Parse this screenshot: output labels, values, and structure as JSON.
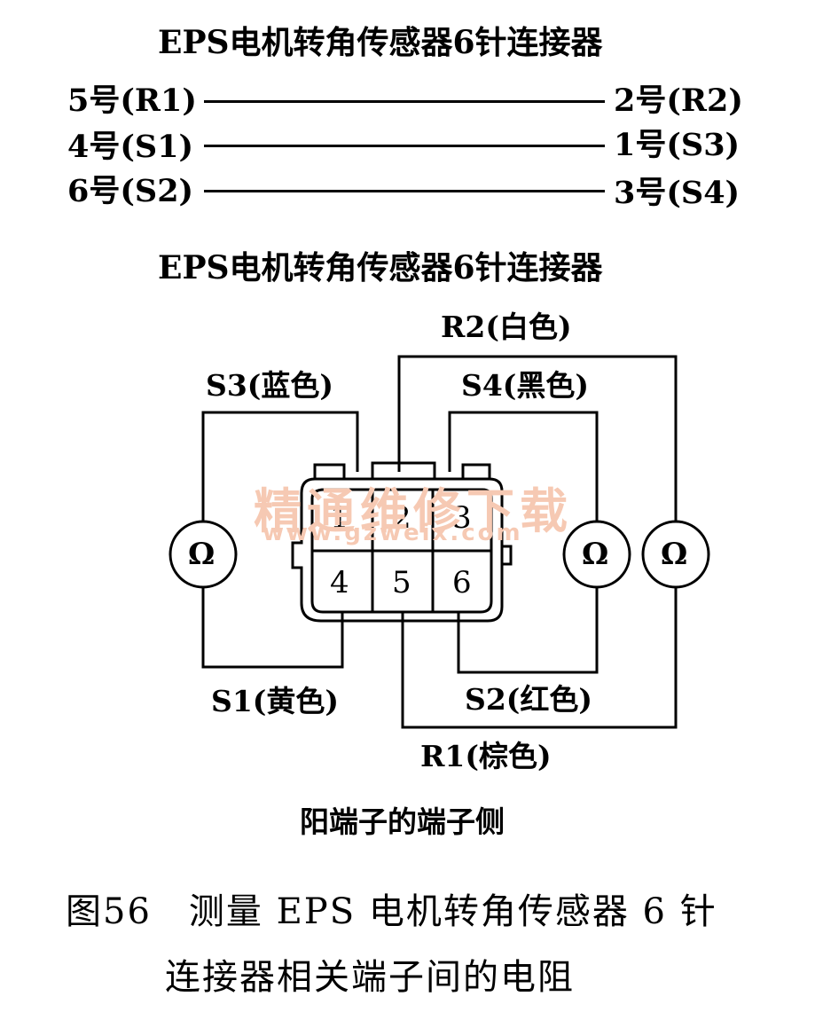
{
  "top_title": "EPS电机转角传感器6针连接器",
  "pairs": [
    {
      "left": "5号(R1)",
      "right": "2号(R2)"
    },
    {
      "left": "4号(S1)",
      "right": "1号(S3)"
    },
    {
      "left": "6号(S2)",
      "right": "3号(S4)"
    }
  ],
  "diagram_title": "EPS电机转角传感器6针连接器",
  "wires": {
    "r2": "R2(白色)",
    "s3": "S3(蓝色)",
    "s4": "S4(黑色)",
    "s1": "S1(黄色)",
    "s2": "S2(红色)",
    "r1": "R1(棕色)"
  },
  "pins": [
    "1",
    "2",
    "3",
    "4",
    "5",
    "6"
  ],
  "ohm_symbol": "Ω",
  "watermark": {
    "cn": "精通维修下载",
    "url": "www.gzweix.com"
  },
  "footer": "阳端子的端子侧",
  "caption": {
    "line1": "图56　测量 EPS 电机转角传感器 6 针",
    "line2": "连接器相关端子间的电阻"
  },
  "colors": {
    "ink": "#000000",
    "watermark": "#f6c9b3"
  }
}
